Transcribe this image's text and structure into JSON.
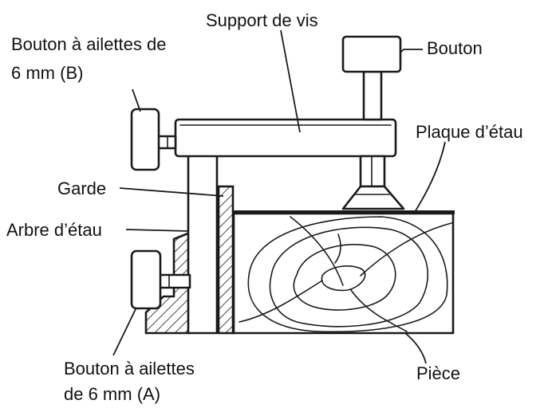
{
  "labels": {
    "support_de_vis": "Support de vis",
    "bouton": "Bouton",
    "bouton_b_line1": "Bouton à ailettes de",
    "bouton_b_line2": "6 mm (B)",
    "plaque_etau": "Plaque d’étau",
    "garde": "Garde",
    "arbre_etau": "Arbre d’étau",
    "bouton_a_line1": "Bouton à ailettes",
    "bouton_a_line2": "de 6 mm (A)",
    "piece": "Pièce"
  }
}
